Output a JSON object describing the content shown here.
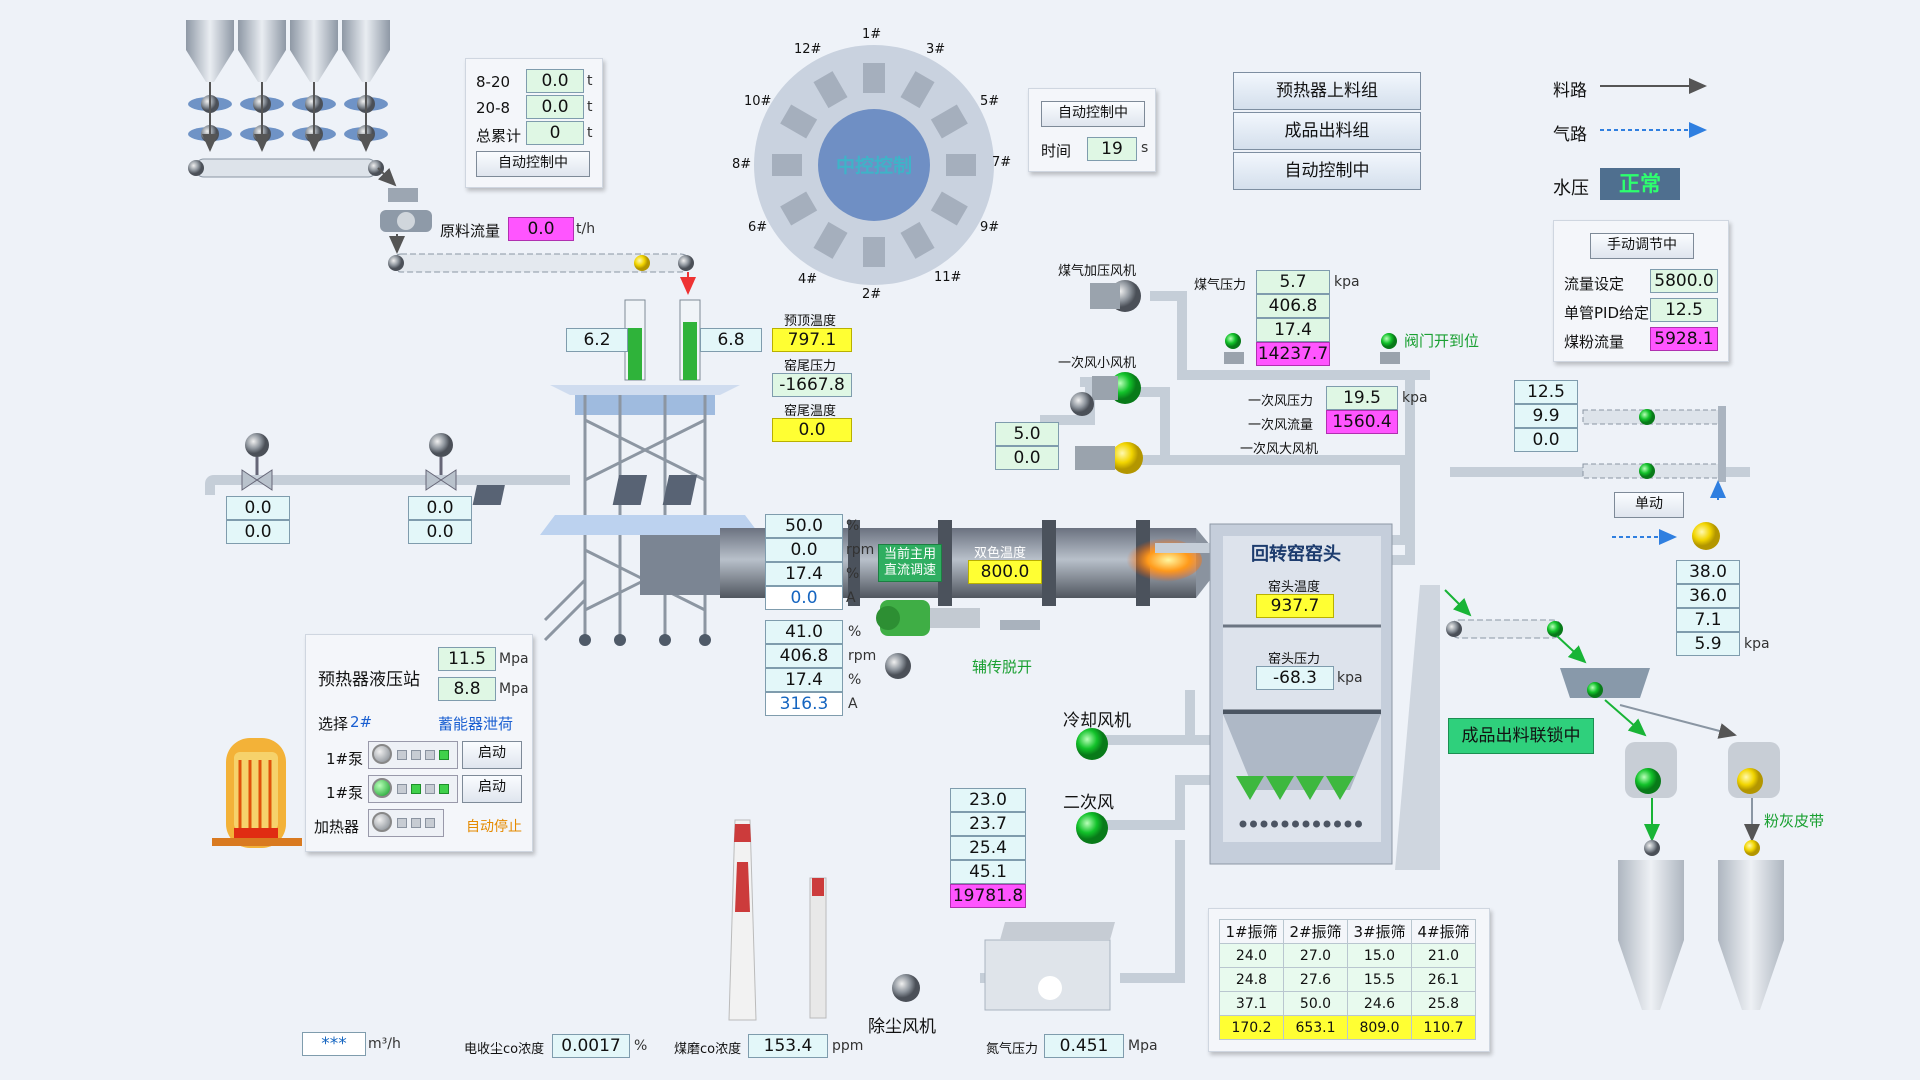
{
  "center_control": {
    "label": "中控控制",
    "positions": [
      "1#",
      "3#",
      "5#",
      "7#",
      "9#",
      "11#",
      "2#",
      "4#",
      "6#",
      "8#",
      "10#",
      "12#"
    ]
  },
  "shift_panel": {
    "rows": [
      {
        "label": "8-20",
        "value": "0.0",
        "unit": "t"
      },
      {
        "label": "20-8",
        "value": "0.0",
        "unit": "t"
      },
      {
        "label": "总累计",
        "value": "0",
        "unit": "t"
      }
    ],
    "button": "自动控制中"
  },
  "raw_flow": {
    "label": "原料流量",
    "value": "0.0",
    "unit": "t/h"
  },
  "timer_panel": {
    "button": "自动控制中",
    "label": "时间",
    "value": "19",
    "unit": "s"
  },
  "groups": {
    "preheater": "预热器上料组",
    "product": "成品出料组",
    "auto": "自动控制中"
  },
  "legend": {
    "material": "料路",
    "air": "气路",
    "water_label": "水压",
    "water_status": "正常"
  },
  "pid_panel": {
    "button": "手动调节中",
    "rows": [
      {
        "label": "流量设定",
        "value": "5800.0"
      },
      {
        "label": "单管PID给定",
        "value": "12.5"
      },
      {
        "label": "煤粉流量",
        "value": "5928.1"
      }
    ]
  },
  "gas": {
    "fan_label": "煤气加压风机",
    "pressure_label": "煤气压力",
    "unit": "kpa",
    "values": [
      "5.7",
      "406.8",
      "17.4",
      "14237.7"
    ],
    "valve_label": "阀门开到位"
  },
  "primary_air": {
    "small_fan": "一次风小风机",
    "pressure_label": "一次风压力",
    "pressure": "19.5",
    "unit": "kpa",
    "flow_label": "一次风流量",
    "flow": "1560.4",
    "big_fan": "一次风大风机",
    "left_vals": [
      "5.0",
      "0.0"
    ]
  },
  "preheater": {
    "left": "6.2",
    "right": "6.8",
    "top_temp_label": "预顶温度",
    "top_temp": "797.1",
    "tail_pressure_label": "窑尾压力",
    "tail_pressure": "-1667.8",
    "tail_temp_label": "窑尾温度",
    "tail_temp": "0.0"
  },
  "valves": {
    "left": [
      "0.0",
      "0.0"
    ],
    "right": [
      "0.0",
      "0.0"
    ]
  },
  "kiln_motor": {
    "values": [
      "50.0",
      "0.0",
      "17.4",
      "0.0"
    ],
    "units": [
      "%",
      "rpm",
      "%",
      "A"
    ],
    "badge": "当前主用直流调速",
    "dual_temp_label": "双色温度",
    "dual_temp": "800.0"
  },
  "aux_motor": {
    "values": [
      "41.0",
      "406.8",
      "17.4",
      "316.3"
    ],
    "units": [
      "%",
      "rpm",
      "%",
      "A"
    ],
    "label": "辅传脱开"
  },
  "kiln_head": {
    "title": "回转窑窑头",
    "temp_label": "窑头温度",
    "temp": "937.7",
    "pressure_label": "窑头压力",
    "pressure": "-68.3",
    "unit": "kpa"
  },
  "right_vals": {
    "top": [
      "12.5",
      "9.9",
      "0.0"
    ],
    "single_btn": "单动",
    "bottom": [
      "38.0",
      "36.0",
      "7.1",
      "5.9"
    ],
    "unit": "kpa"
  },
  "product_lock": "成品出料联锁中",
  "ash_belt": "粉灰皮带",
  "hydraulic": {
    "title": "预热器液压站",
    "p1": "11.5",
    "p2": "8.8",
    "unit": "Mpa",
    "select_prefix": "选择",
    "select_num": "2#",
    "accum": "蓄能器泄荷",
    "rows": [
      {
        "label": "1#泵",
        "action": "启动"
      },
      {
        "label": "1#泵",
        "action": "启动"
      },
      {
        "label": "加热器",
        "action": "自动停止"
      }
    ]
  },
  "cooling_fan": "冷却风机",
  "secondary_air": {
    "label": "二次风",
    "values": [
      "23.0",
      "23.7",
      "25.4",
      "45.1",
      "19781.8"
    ]
  },
  "dust_fan": "除尘风机",
  "screens": {
    "headers": [
      "1#振筛",
      "2#振筛",
      "3#振筛",
      "4#振筛"
    ],
    "rows": [
      [
        "24.0",
        "27.0",
        "15.0",
        "21.0"
      ],
      [
        "24.8",
        "27.6",
        "15.5",
        "26.1"
      ],
      [
        "37.1",
        "50.0",
        "24.6",
        "25.8"
      ],
      [
        "170.2",
        "653.1",
        "809.0",
        "110.7"
      ]
    ]
  },
  "bottom": {
    "flow_val": "***",
    "flow_unit": "m³/h",
    "co_label": "电收尘co浓度",
    "co_val": "0.0017",
    "co_unit": "%",
    "coal_co_label": "煤磨co浓度",
    "coal_co_val": "153.4",
    "coal_co_unit": "ppm",
    "n2_label": "氮气压力",
    "n2_val": "0.451",
    "n2_unit": "Mpa"
  }
}
